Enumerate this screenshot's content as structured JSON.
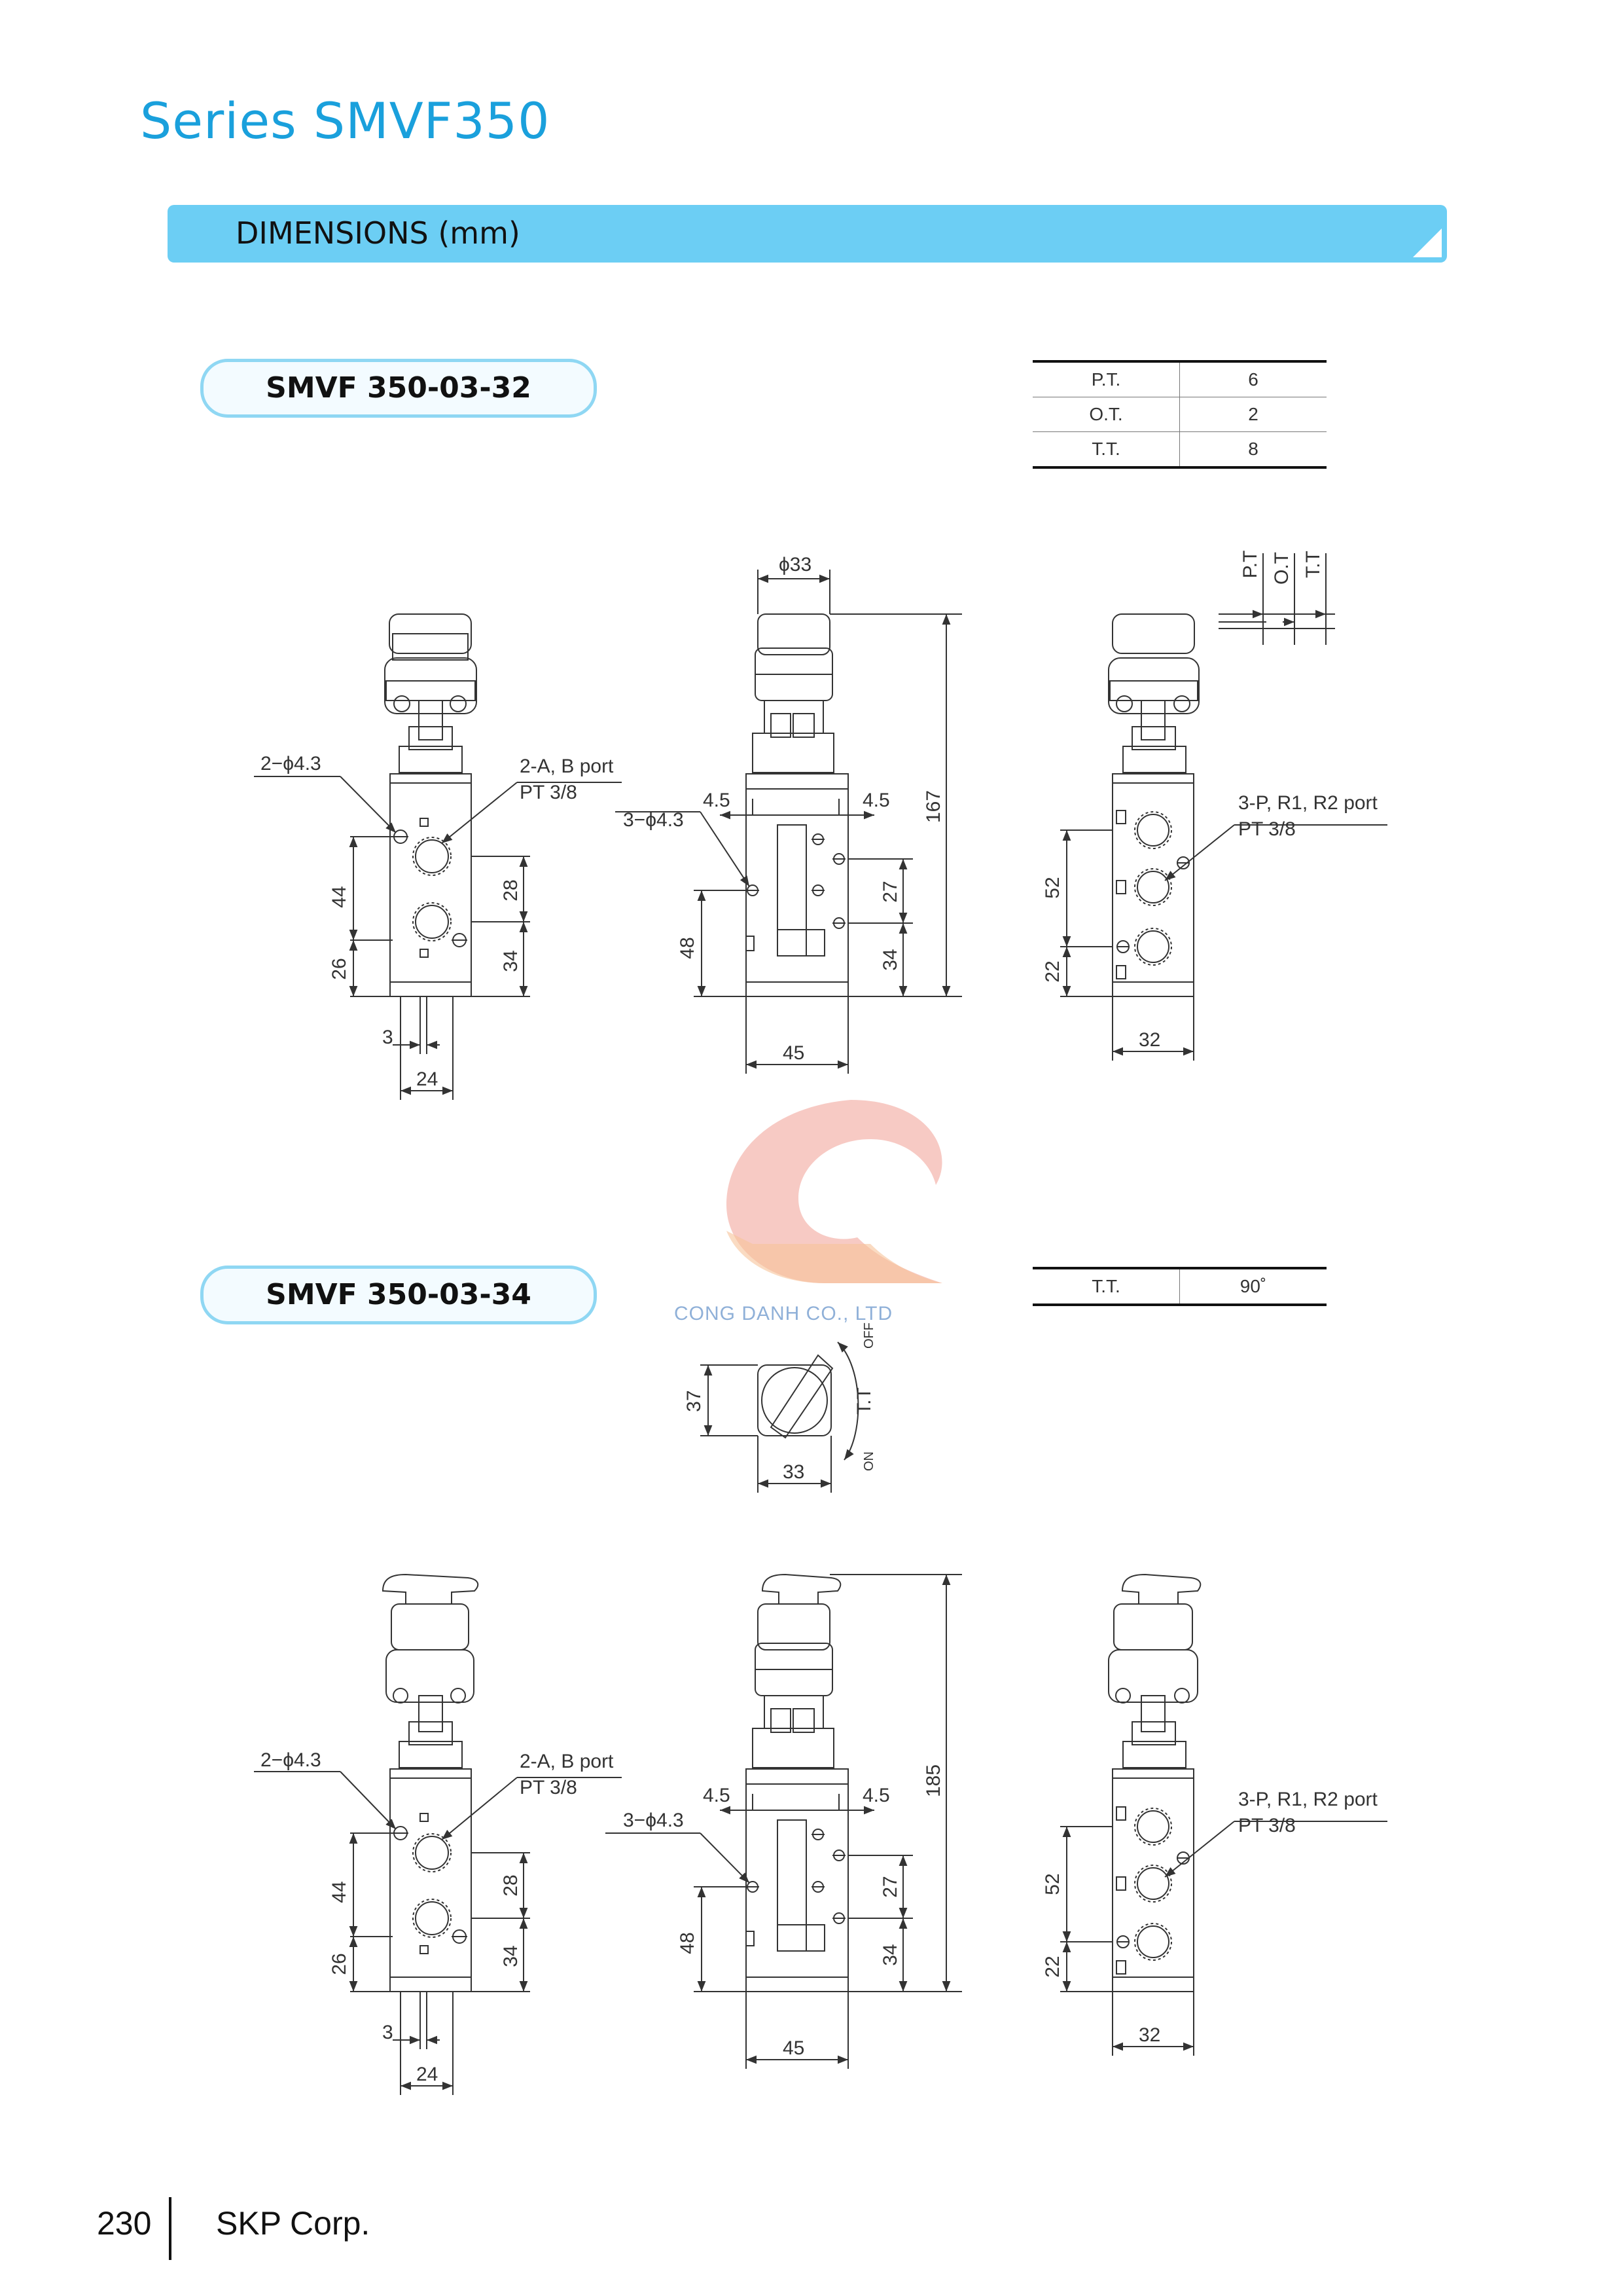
{
  "header": {
    "series_title": "Series SMVF350"
  },
  "section": {
    "title": "DIMENSIONS (mm)"
  },
  "model_1": {
    "name": "SMVF 350-03-32",
    "specs": [
      {
        "key": "P.T.",
        "value": "6"
      },
      {
        "key": "O.T.",
        "value": "2"
      },
      {
        "key": "T.T.",
        "value": "8"
      }
    ],
    "labels": {
      "hole_2": "2−ϕ4.3",
      "ab_port": "2-A, B port",
      "pt_ab": "PT 3/8",
      "hole_3": "3−ϕ4.3",
      "prr_port": "3-P, R1, R2 port",
      "pt_prr": "PT 3/8",
      "stroke_pt": "P.T",
      "stroke_ot": "O.T",
      "stroke_tt": "T.T"
    },
    "dims": {
      "d44": "44",
      "d26": "26",
      "d28": "28",
      "d34a": "34",
      "d3": "3",
      "d24": "24",
      "phi33": "ϕ33",
      "d4_5a": "4.5",
      "d4_5b": "4.5",
      "d48": "48",
      "d27": "27",
      "d34b": "34",
      "d167": "167",
      "d45": "45",
      "d52": "52",
      "d22": "22",
      "d32": "32"
    }
  },
  "watermark": {
    "company": "CONG DANH CO., LTD"
  },
  "model_2": {
    "name": "SMVF 350-03-34",
    "specs": [
      {
        "key": "T.T.",
        "value": "90˚"
      }
    ],
    "knob": {
      "off": "OFF",
      "on": "ON",
      "tt": "T.T",
      "d37": "37",
      "d33": "33"
    },
    "labels": {
      "hole_2": "2−ϕ4.3",
      "ab_port": "2-A, B port",
      "pt_ab": "PT 3/8",
      "hole_3": "3−ϕ4.3",
      "prr_port": "3-P, R1, R2 port",
      "pt_prr": "PT 3/8"
    },
    "dims": {
      "d44": "44",
      "d26": "26",
      "d28": "28",
      "d34a": "34",
      "d3": "3",
      "d24": "24",
      "d4_5a": "4.5",
      "d4_5b": "4.5",
      "d48": "48",
      "d27": "27",
      "d34b": "34",
      "d185": "185",
      "d45": "45",
      "d52": "52",
      "d22": "22",
      "d32": "32"
    }
  },
  "footer": {
    "page_number": "230",
    "company": "SKP Corp."
  }
}
